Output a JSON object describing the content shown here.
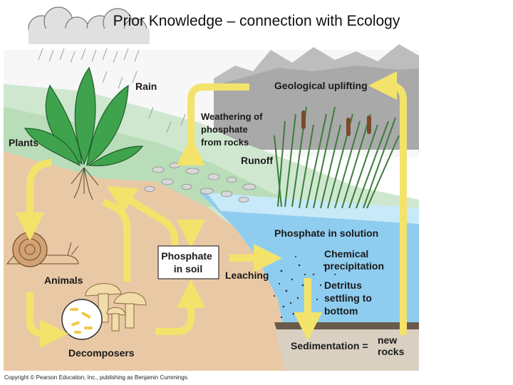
{
  "slide": {
    "title": "Prior Knowledge – connection with Ecology"
  },
  "diagram": {
    "labels": {
      "rain": "Rain",
      "geological_uplifting": "Geological uplifting",
      "weathering_line1": "Weathering of",
      "weathering_line2": "phosphate",
      "weathering_line3": "from rocks",
      "plants": "Plants",
      "runoff": "Runoff",
      "phosphate_solution": "Phosphate in solution",
      "phosphate_soil_line1": "Phosphate",
      "phosphate_soil_line2": "in soil",
      "chemical_line1": "Chemical",
      "chemical_line2": "precipitation",
      "leaching": "Leaching",
      "animals": "Animals",
      "detritus_line1": "Detritus",
      "detritus_line2": "settling to",
      "detritus_line3": "bottom",
      "decomposers": "Decomposers",
      "sedimentation": "Sedimentation =",
      "new": "new",
      "rocks": "rocks"
    },
    "copyright": "Copyright © Pearson Education, Inc., publishing as Benjamin Cummings."
  },
  "colors": {
    "arrow": "#f4e36a",
    "water": "#8ecdf0",
    "soil": "#e9c9a5",
    "mountains": "#b9b9b9"
  }
}
